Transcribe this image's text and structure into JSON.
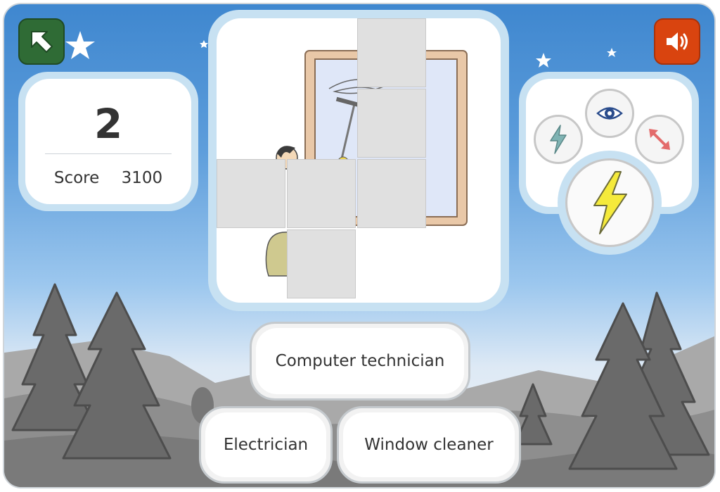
{
  "score": {
    "value": "2",
    "label": "Score",
    "points": "3100"
  },
  "answers": [
    {
      "label": "Computer technician"
    },
    {
      "label": "Electrician"
    },
    {
      "label": "Window cleaner"
    }
  ],
  "controls": {
    "back_icon": "arrow-up-left-icon",
    "sound_icon": "speaker-icon"
  },
  "powerups": [
    {
      "icon": "eye-icon"
    },
    {
      "icon": "lightning-bolt-icon"
    },
    {
      "icon": "resize-arrows-icon"
    },
    {
      "icon": "big-lightning-bolt-icon"
    }
  ],
  "colors": {
    "back_button": "#2f6b35",
    "sound_button": "#d9440f",
    "panel_frame": "#c7e1f2",
    "bolt_yellow": "#f5ea3b",
    "tile_gray": "#e0e0e0"
  }
}
